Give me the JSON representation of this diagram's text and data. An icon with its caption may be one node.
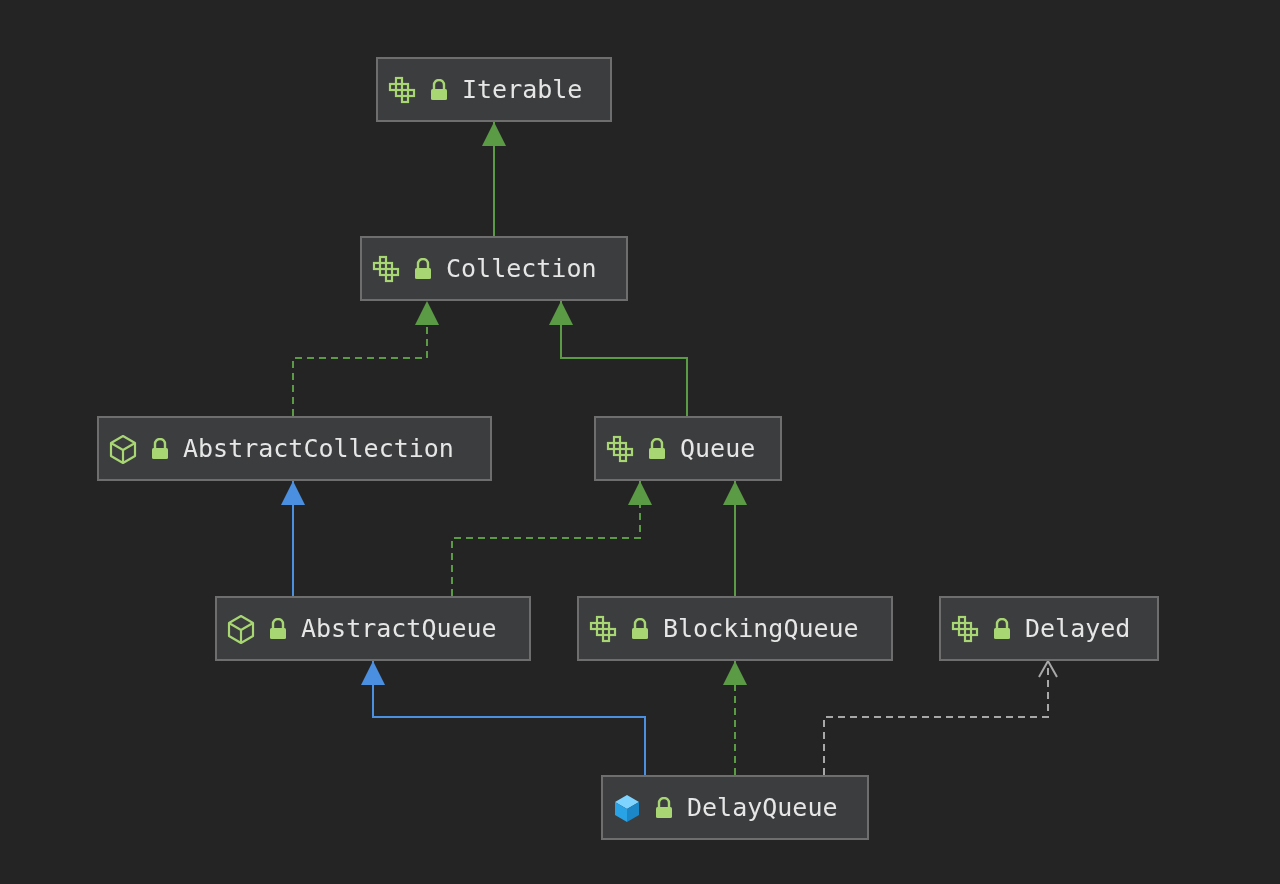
{
  "diagram": {
    "nodes": [
      {
        "text": [
          "Iterable"
        ]
      },
      {
        "text": [
          "Collection"
        ]
      },
      {
        "text": [
          "AbstractCollection"
        ]
      },
      {
        "text": [
          "Queue"
        ]
      },
      {
        "text": [
          "AbstractQueue"
        ]
      },
      {
        "text": [
          "BlockingQueue"
        ]
      },
      {
        "text": [
          "Delayed"
        ]
      },
      {
        "text": [
          "DelayQueue"
        ]
      }
    ],
    "edges": [
      {
        "from": 1,
        "to": 0,
        "arrow": "to"
      },
      {
        "from": 2,
        "to": 1,
        "arrow": "to",
        "style": "dashed"
      },
      {
        "from": 3,
        "to": 1,
        "arrow": "to"
      },
      {
        "from": 4,
        "to": 2,
        "arrow": "to",
        "color": "#4a8fe0"
      },
      {
        "from": 4,
        "to": 3,
        "arrow": "to",
        "style": "dashed"
      },
      {
        "from": 5,
        "to": 3,
        "arrow": "to"
      },
      {
        "from": 7,
        "to": 4,
        "arrow": "to",
        "color": "#4a8fe0"
      },
      {
        "from": 7,
        "to": 5,
        "arrow": "to",
        "style": "dashed"
      },
      {
        "from": 7,
        "to": 6,
        "arrow": "to",
        "style": "dashed",
        "color": "#a8a8a8"
      }
    ]
  }
}
